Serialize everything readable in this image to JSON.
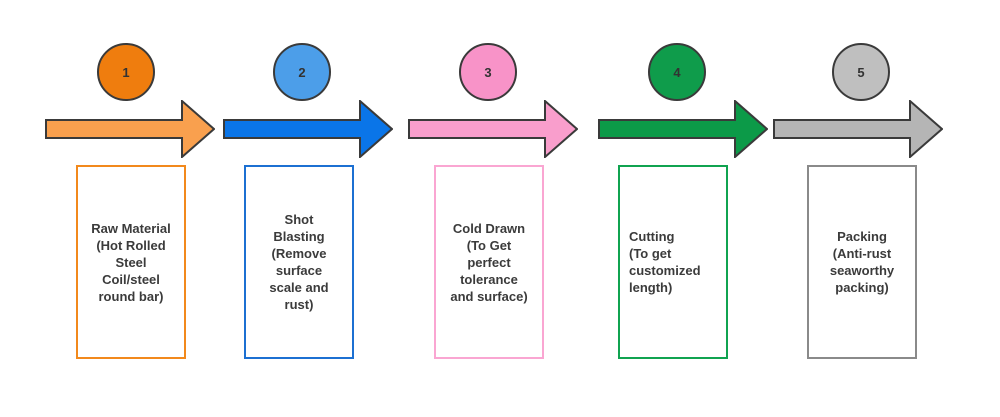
{
  "steps": [
    {
      "number": "1",
      "description": "Raw Material\n(Hot Rolled\nSteel\nCoil/steel\nround bar)",
      "colors": {
        "circle": "#EF7D0E",
        "arrow": "#F9A04E",
        "border": "#F2891C"
      }
    },
    {
      "number": "2",
      "description": "Shot\nBlasting\n(Remove\nsurface\nscale and\nrust)",
      "colors": {
        "circle": "#4C9EE9",
        "arrow": "#0A75E8",
        "border": "#1C70D2"
      }
    },
    {
      "number": "3",
      "description": "Cold Drawn\n(To Get\nperfect\ntolerance\nand surface)",
      "colors": {
        "circle": "#F893C8",
        "arrow": "#F99ECC",
        "border": "#FAA6D2"
      }
    },
    {
      "number": "4",
      "description": "Cutting\n(To get\ncustomized\nlength)",
      "colors": {
        "circle": "#0F9C4B",
        "arrow": "#0C9A48",
        "border": "#10A350"
      }
    },
    {
      "number": "5",
      "description": "Packing\n(Anti-rust\nseaworthy\npacking)",
      "colors": {
        "circle": "#BFBFBF",
        "arrow": "#B5B5B5",
        "border": "#8A8A8A"
      }
    }
  ],
  "outline_color": "#3a3a3a",
  "text_color": "#3b3b3b",
  "background_color": "#ffffff"
}
